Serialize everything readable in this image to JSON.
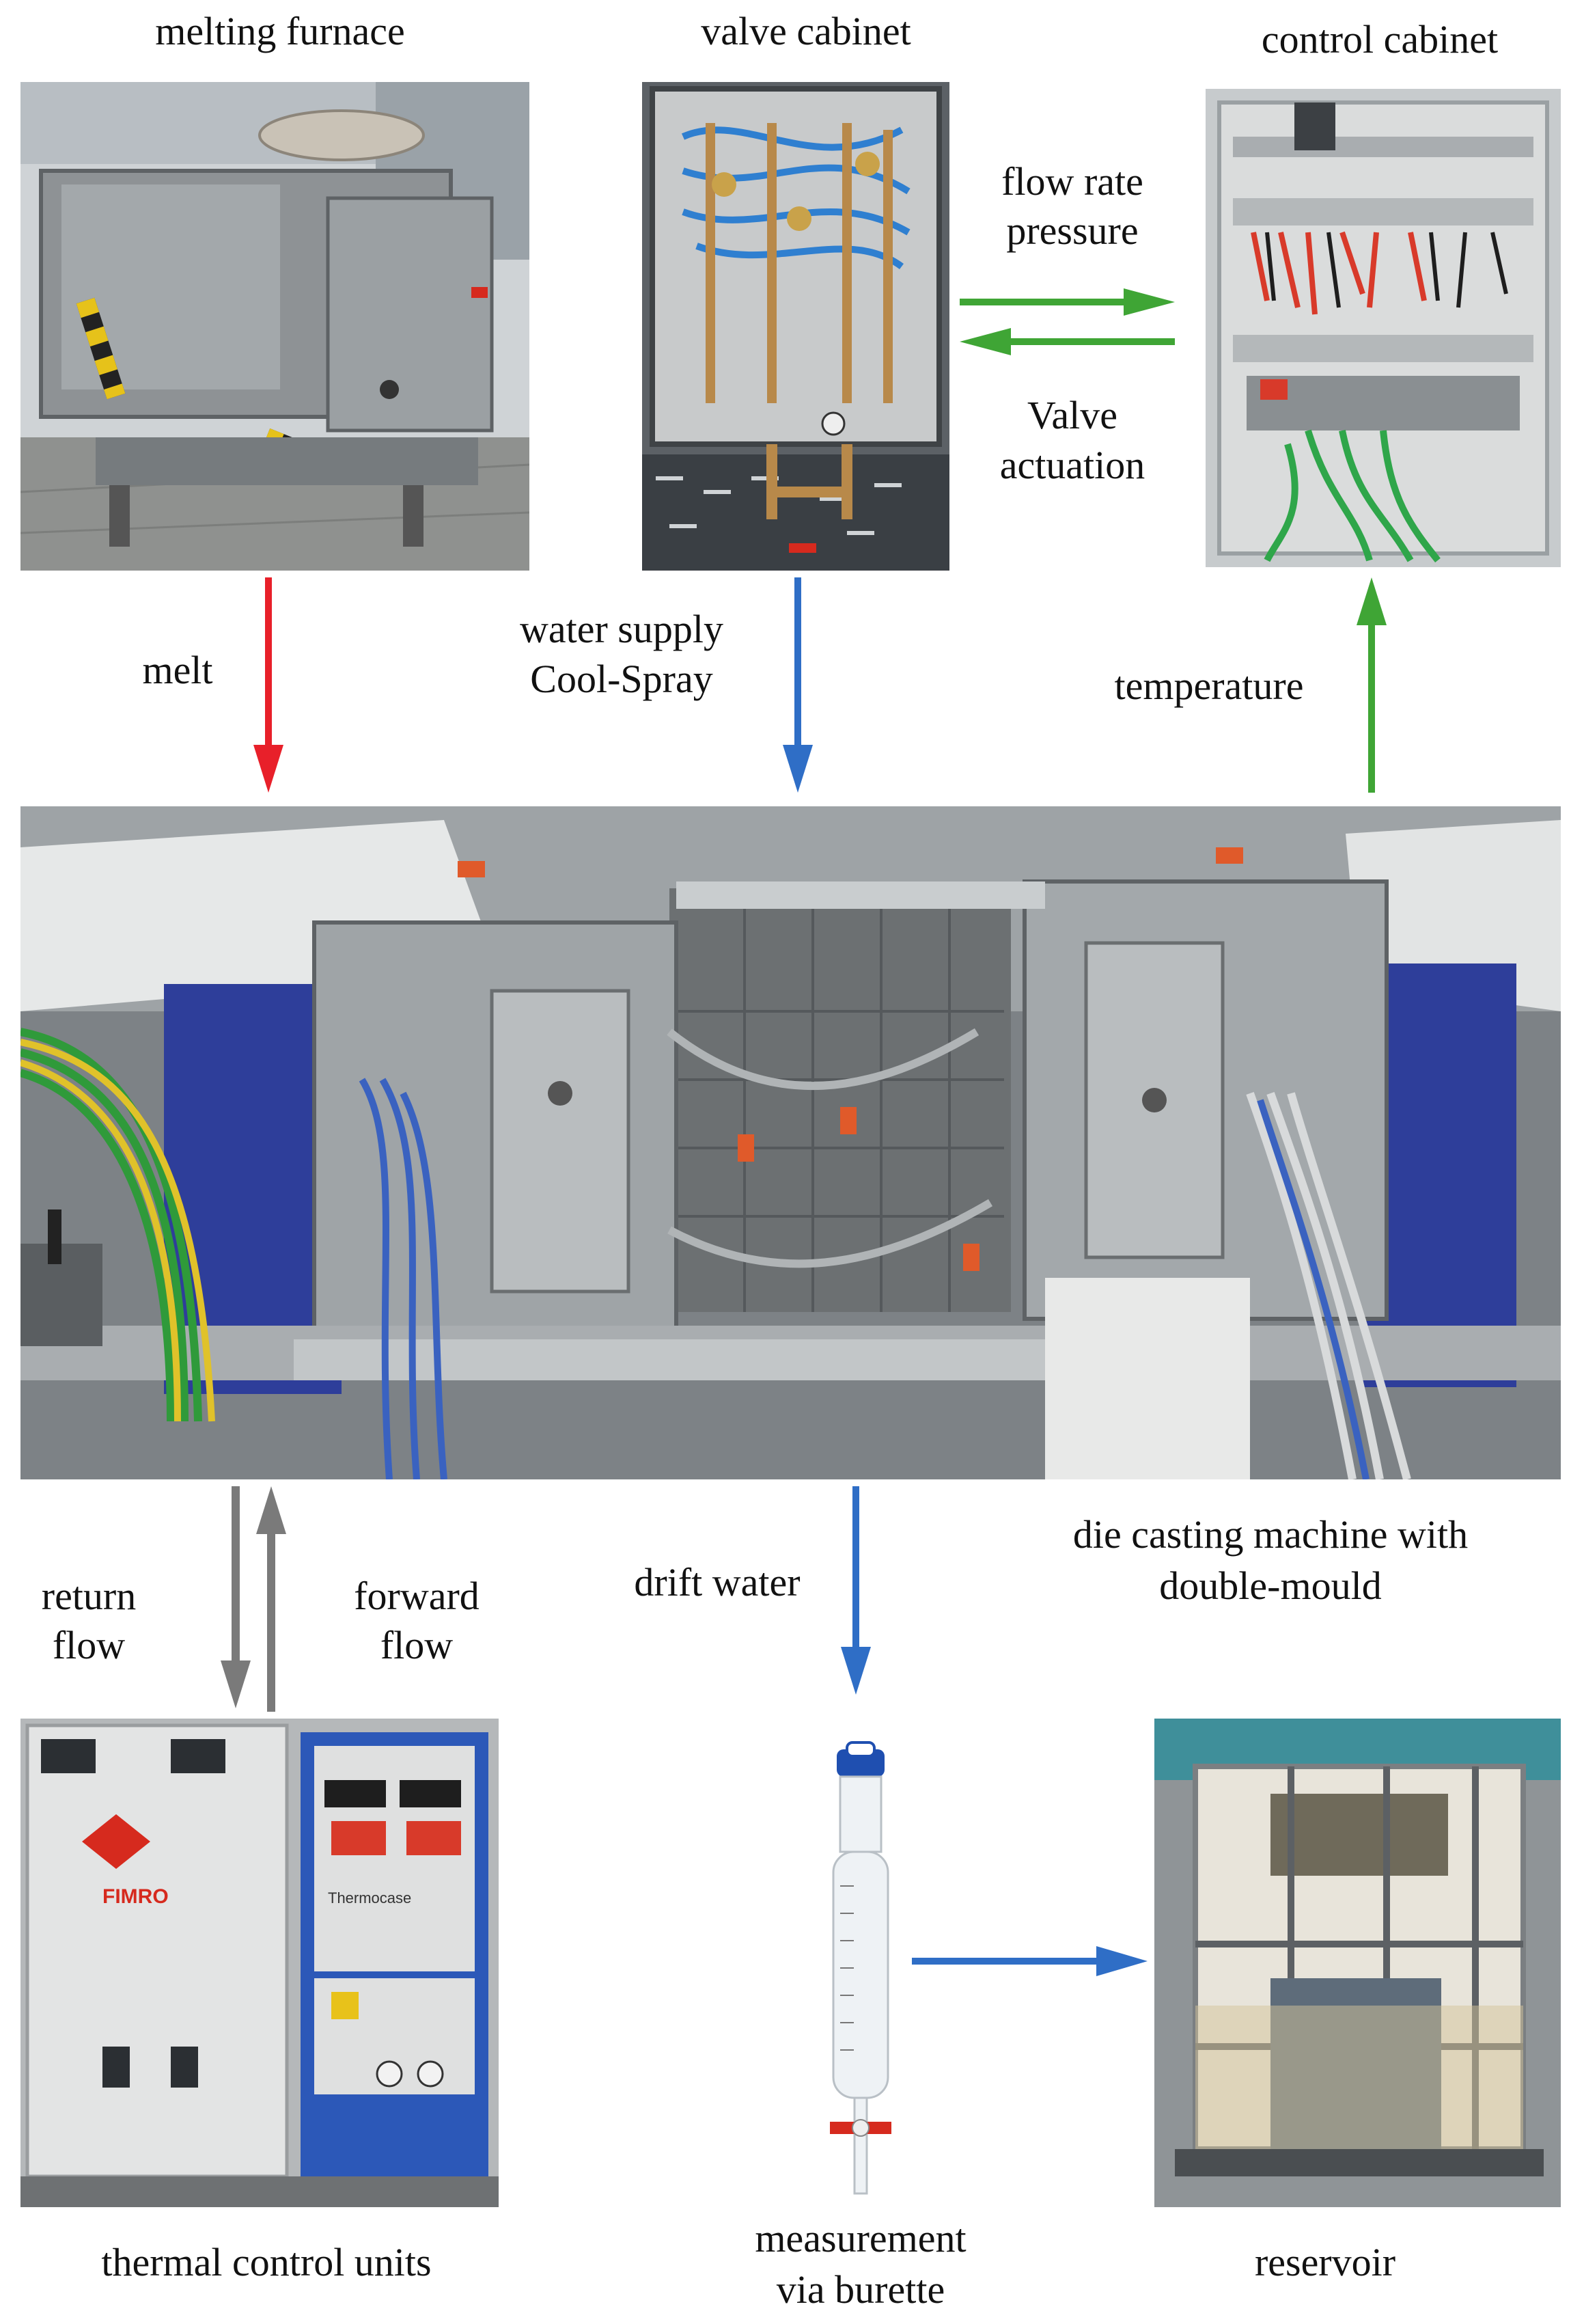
{
  "labels": {
    "melting_furnace": "melting furnace",
    "valve_cabinet": "valve cabinet",
    "control_cabinet": "control cabinet",
    "flow_rate": "flow rate",
    "pressure": "pressure",
    "valve": "Valve",
    "actuation": "actuation",
    "melt": "melt",
    "water_supply": "water supply",
    "cool_spray": "Cool-Spray",
    "temperature": "temperature",
    "return": "return",
    "flow1": "flow",
    "forward": "forward",
    "flow2": "flow",
    "drift_water": "drift water",
    "machine_line1": "die casting machine with",
    "machine_line2": "double-mould",
    "thermal_control_units": "thermal control units",
    "measurement": "measurement",
    "via_burette": "via burette",
    "reservoir": "reservoir"
  },
  "photo_text": {
    "fimro": "FIMRO",
    "thermo": "Thermocase"
  },
  "colors": {
    "melt": "#e8202a",
    "water": "#2f6ec6",
    "signal": "#3fa535",
    "thermal": "#7a7a7a"
  }
}
